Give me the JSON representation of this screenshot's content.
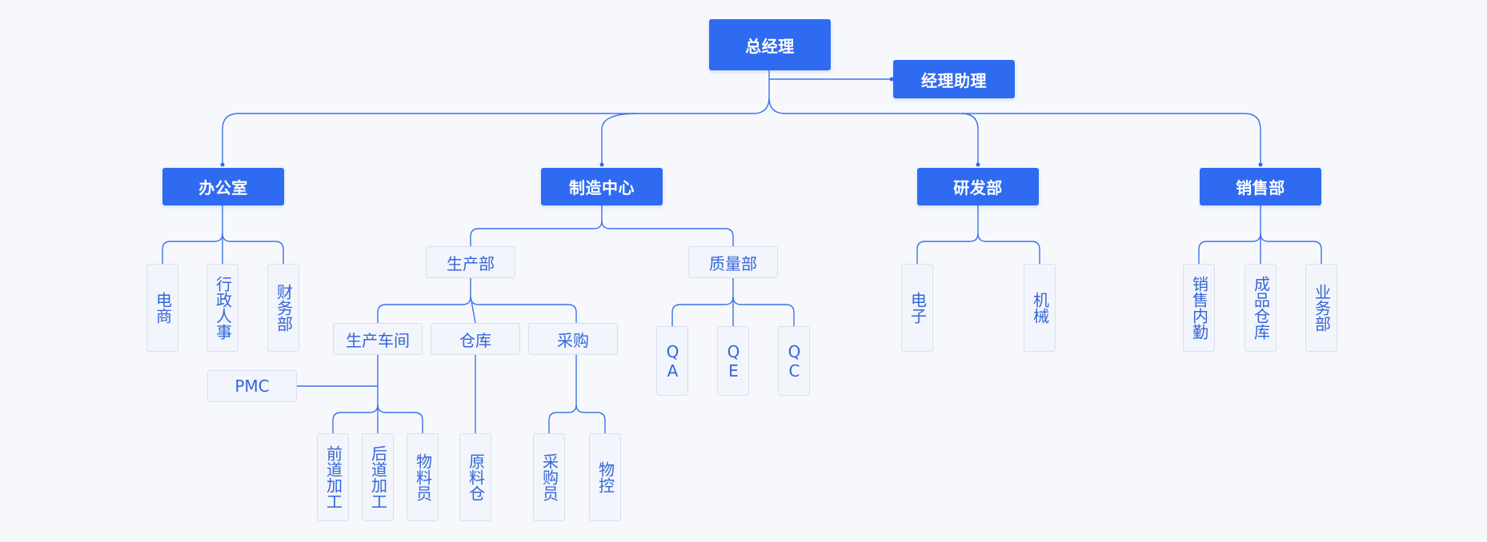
{
  "org": {
    "ceo": "总经理",
    "assistant": "经理助理",
    "office": "办公室",
    "manufacturing": "制造中心",
    "rnd": "研发部",
    "sales": "销售部",
    "office_units": [
      "电商",
      "行政人事",
      "财务部"
    ],
    "production": "生产部",
    "quality": "质量部",
    "production_units": [
      "生产车间",
      "仓库",
      "采购"
    ],
    "pmc": "PMC",
    "workshop_units": [
      "前道加工",
      "后道加工",
      "物料员"
    ],
    "warehouse_units": [
      "原料仓"
    ],
    "purchase_units": [
      "采购员",
      "物控"
    ],
    "quality_units": [
      "QA",
      "QE",
      "QC"
    ],
    "rnd_units": [
      "电子",
      "机械"
    ],
    "sales_units": [
      "销售内勤",
      "成品仓库",
      "业务部"
    ]
  },
  "colors": {
    "primary": "#2f6bf0",
    "line": "#3d72ec",
    "secondary_bg": "#f2f5fb",
    "secondary_border": "#d7dfee",
    "secondary_text": "#3465d8",
    "background": "#f6f8fc"
  }
}
